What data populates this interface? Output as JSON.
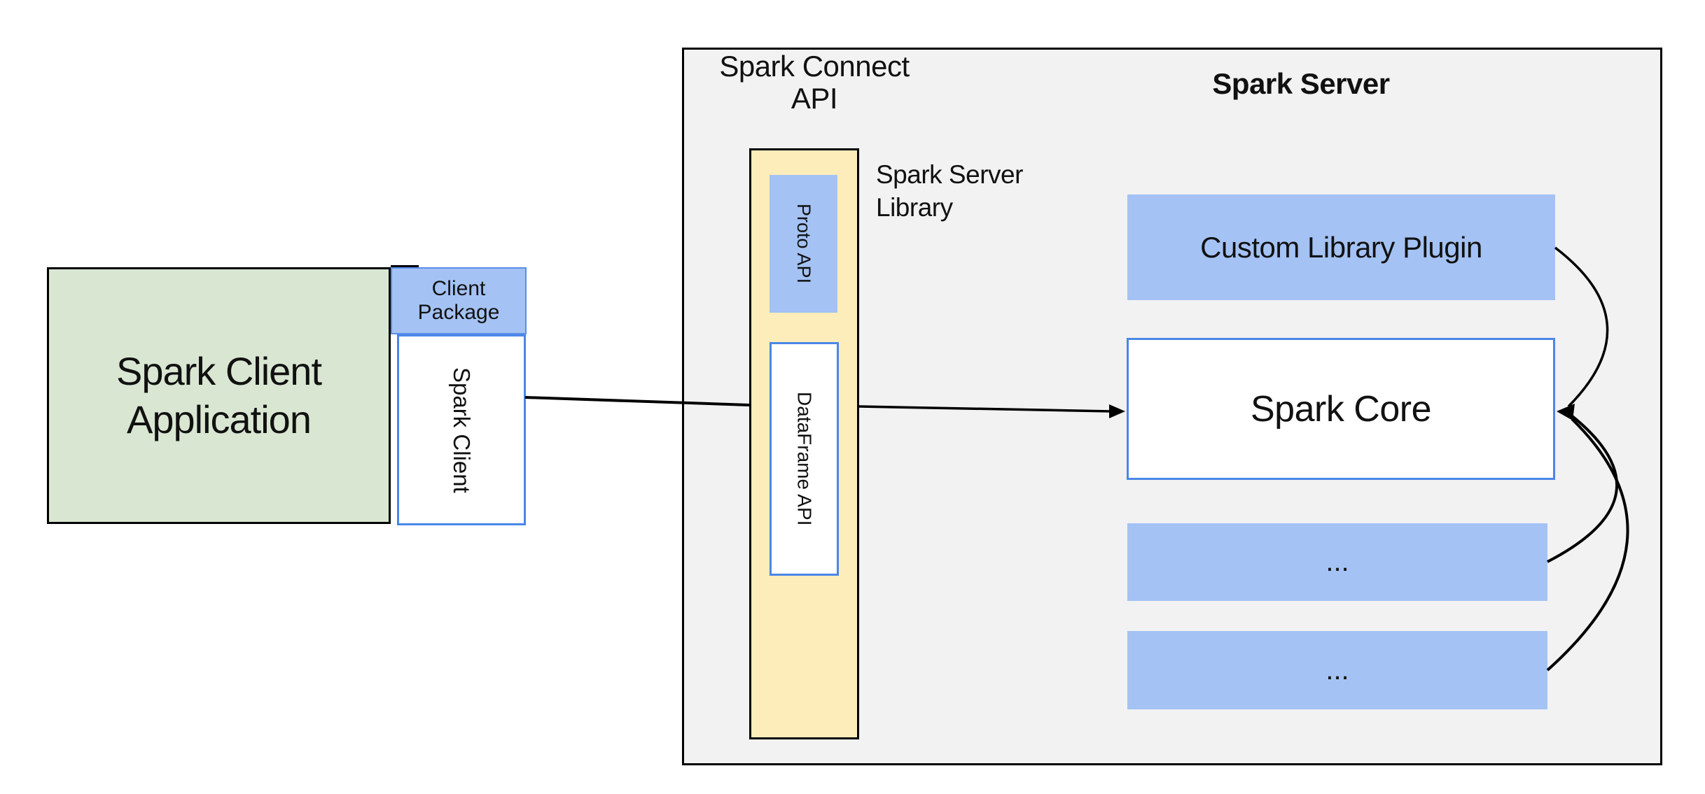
{
  "diagram": {
    "client": {
      "app_label": "Spark Client Application",
      "package_label": "Client\nPackage",
      "spark_client_label": "Spark Client"
    },
    "connect": {
      "title": "Spark Connect\nAPI",
      "proto_label": "Proto API",
      "dataframe_label": "DataFrame API",
      "library_label": "Spark Server\nLibrary"
    },
    "server": {
      "title": "Spark Server",
      "plugin_label": "Custom Library Plugin",
      "core_label": "Spark Core",
      "more_label_1": "...",
      "more_label_2": "..."
    },
    "colors": {
      "canvas-bg": "#ffffff",
      "panel-bg": "#f2f2f2",
      "panel-border": "#000000",
      "green-fill": "#d9e7d2",
      "blue-fill": "#a4c2f4",
      "blue-border": "#4a86e8",
      "yellow-fill": "#fcedbb",
      "text": "#111111",
      "arrow": "#000000"
    }
  }
}
